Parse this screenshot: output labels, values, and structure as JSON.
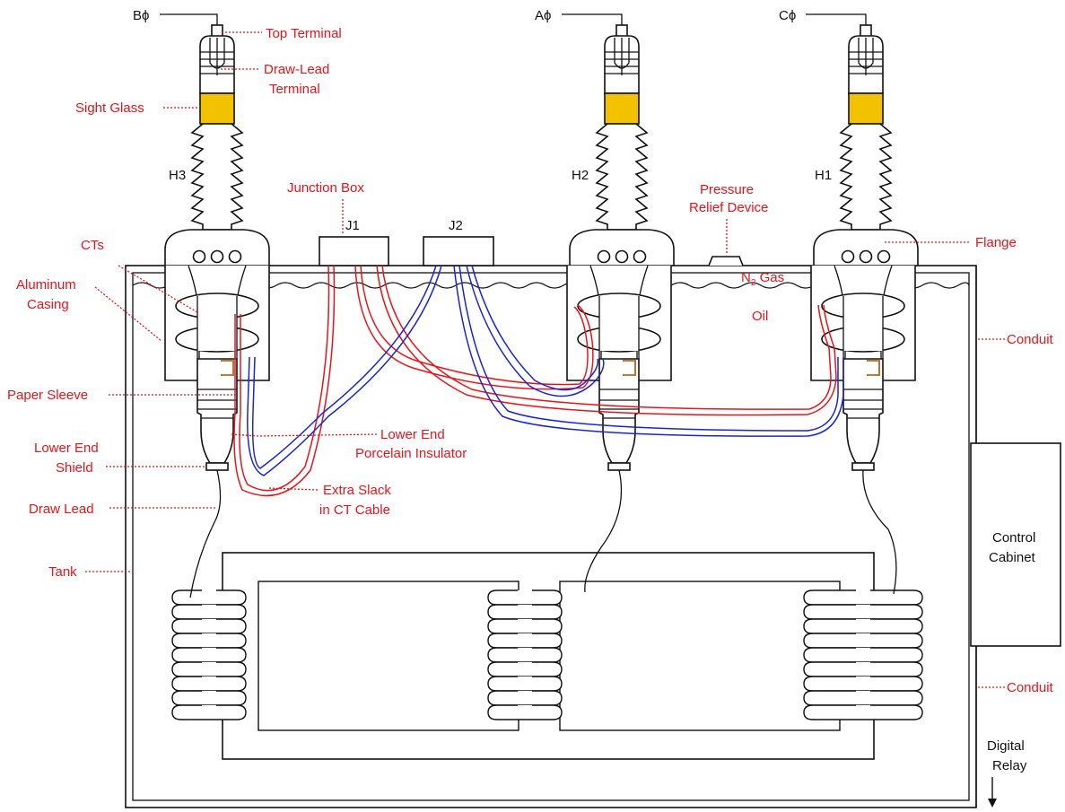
{
  "diagram": {
    "phases": {
      "b": "Bϕ",
      "a": "Aϕ",
      "c": "Cϕ"
    },
    "bushings": {
      "h3": "H3",
      "h2": "H2",
      "h1": "H1"
    },
    "junctions": {
      "j1": "J1",
      "j2": "J2"
    },
    "labels": {
      "top_terminal": "Top Terminal",
      "draw_lead_terminal": [
        "Draw-Lead",
        "Terminal"
      ],
      "sight_glass": "Sight Glass",
      "junction_box": "Junction Box",
      "pressure_relief": [
        "Pressure",
        "Relief Device"
      ],
      "flange": "Flange",
      "cts": "CTs",
      "aluminum_casing": [
        "Aluminum",
        "Casing"
      ],
      "n2_gas": {
        "main": "N",
        "sub": "2",
        "rest": " Gas"
      },
      "oil": "Oil",
      "conduit_upper": "Conduit",
      "paper_sleeve": "Paper Sleeve",
      "lower_end_porcelain": [
        "Lower End",
        "Porcelain Insulator"
      ],
      "lower_end_shield": [
        "Lower End",
        "Shield"
      ],
      "extra_slack": [
        "Extra Slack",
        "in CT Cable"
      ],
      "draw_lead": "Draw Lead",
      "tank": "Tank",
      "control_cabinet": [
        "Control",
        "Cabinet"
      ],
      "conduit_lower": "Conduit",
      "digital_relay": [
        "Digital",
        "Relay"
      ]
    },
    "colors": {
      "label": "#e8141b",
      "ct_cable_red": "#e8141b",
      "ct_cable_blue": "#1a24d6",
      "sight_glass": "#f2c200",
      "paper_sleeve": "#b5651d",
      "outline": "#111111"
    }
  }
}
